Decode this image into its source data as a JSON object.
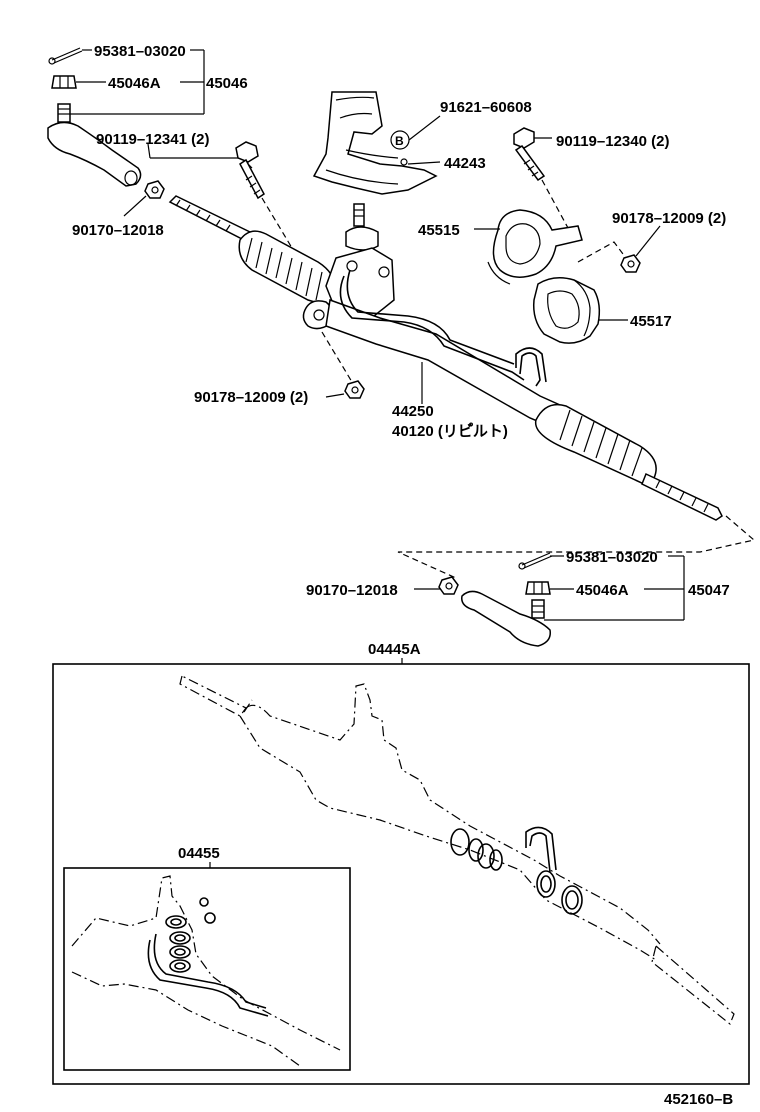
{
  "labels": {
    "p95381_top": "95381–03020",
    "p45046A_top": "45046A",
    "p45046": "45046",
    "p90119_12341": "90119–12341 (2)",
    "p91621": "91621–60608",
    "p_b_marker": "B",
    "p44243": "44243",
    "p90119_12340": "90119–12340 (2)",
    "p90170_top": "90170–12018",
    "p45515": "45515",
    "p90178_right": "90178–12009 (2)",
    "p45517": "45517",
    "p90178_mid": "90178–12009 (2)",
    "p44250": "44250",
    "p40120": "40120 (リビ゚ルト)",
    "p95381_bottom": "95381–03020",
    "p90170_bottom": "90170–12018",
    "p45046A_bottom": "45046A",
    "p45047": "45047",
    "p04445A": "04445A",
    "p04455": "04455",
    "figure_code": "452160–B"
  }
}
